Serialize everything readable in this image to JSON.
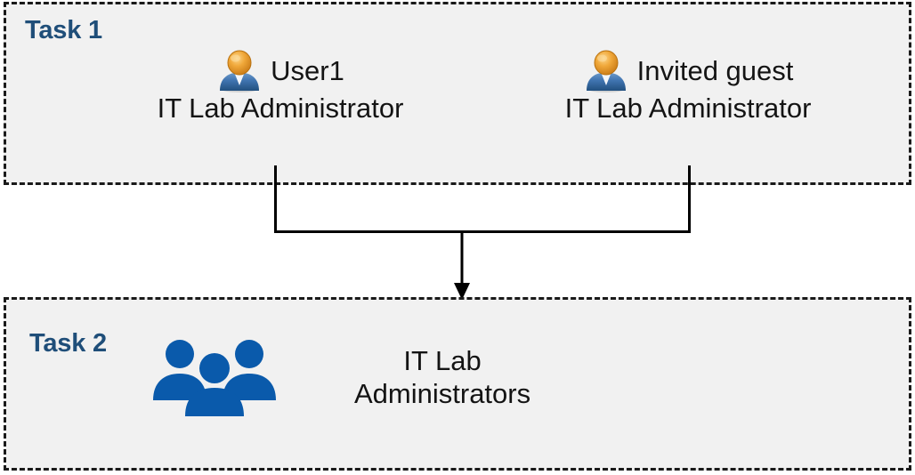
{
  "diagram": {
    "title": "",
    "background_color": "#FFFFFF",
    "box_fill_color": "#F1F1F1",
    "box_border_color": "#1A1A1A",
    "accent_color": "#1F4E79",
    "group_icon_color": "#0A5AAB",
    "user_icon_head_color": "#E89B2B",
    "user_icon_body_color": "#3C72B0"
  },
  "task1": {
    "label": "Task 1",
    "members": [
      {
        "icon": "user-icon",
        "name": "User1",
        "role": "IT Lab Administrator"
      },
      {
        "icon": "user-icon",
        "name": "Invited guest",
        "role": "IT Lab Administrator"
      }
    ]
  },
  "task2": {
    "label": "Task 2",
    "group": {
      "icon": "group-of-people-icon",
      "name_line1": "IT Lab",
      "name_line2": "Administrators"
    }
  },
  "connector": {
    "type": "merge-arrow",
    "from": [
      "User1",
      "Invited guest"
    ],
    "to": "IT Lab Administrators",
    "arrow_direction": "down",
    "stroke_color": "#000000"
  }
}
